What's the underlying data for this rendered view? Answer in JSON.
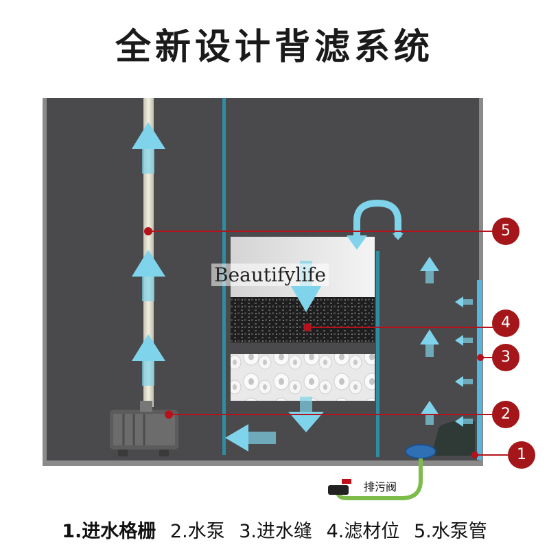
{
  "title": "全新设计背滤系统",
  "watermark": "Beautifylife",
  "callouts": [
    {
      "id": "callout-5",
      "label": "5"
    },
    {
      "id": "callout-4",
      "label": "4"
    },
    {
      "id": "callout-3",
      "label": "3"
    },
    {
      "id": "callout-2",
      "label": "2"
    },
    {
      "id": "callout-1",
      "label": "1"
    }
  ],
  "drain_valve_label": "排污阀",
  "legend": [
    "1.进水格栅",
    "2.水泵",
    "3.进水缝",
    "4.滤材位",
    "5.水泵管"
  ],
  "colors": {
    "tank": "#4a4a4c",
    "frame": "#8a8a8a",
    "arrow": "#7fd3ea",
    "callout": "#a4161a",
    "leader": "#b5121b",
    "partition": "#2e8ca3",
    "inlet_slot": "#55b7dd",
    "pipe_hose": "#7dbb4a"
  }
}
